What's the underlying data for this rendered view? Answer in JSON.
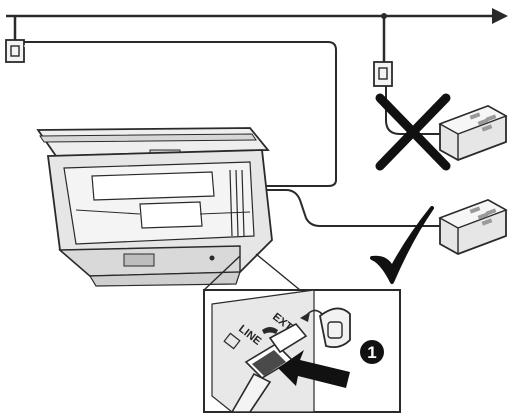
{
  "figure": {
    "callout_number": "1",
    "jack_labels": {
      "ext": "EXT.",
      "line": "LINE"
    }
  },
  "icons": {
    "wall_jack_left": "wall-phone-jack-icon",
    "wall_jack_right": "wall-phone-jack-icon",
    "phone_incorrect": "telephone-icon",
    "phone_correct": "telephone-icon",
    "cross": "incorrect-cross-icon",
    "check": "correct-checkmark-icon",
    "arrow": "insert-arrow-icon"
  },
  "colors": {
    "line": "#2a2a2a",
    "cross": "#111111",
    "check": "#111111",
    "device_fill": "#e6e6e6",
    "device_dark": "#bdbdbd"
  }
}
